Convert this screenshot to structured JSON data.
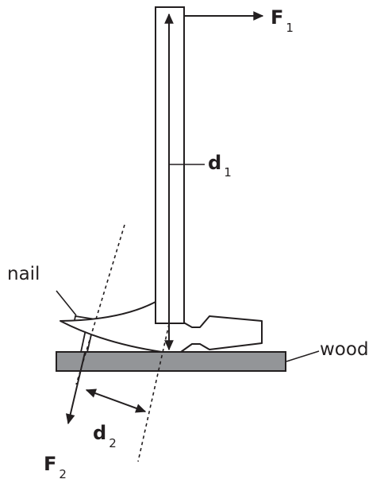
{
  "labels": {
    "nail": "nail",
    "wood": "wood",
    "f1_main": "F",
    "f1_sub": "1",
    "f2_main": "F",
    "f2_sub": "2",
    "d1_main": "d",
    "d1_sub": "1",
    "d2_main": "d",
    "d2_sub": "2"
  },
  "colors": {
    "ink": "#231f20",
    "wood": "#939598",
    "background": "#ffffff"
  }
}
